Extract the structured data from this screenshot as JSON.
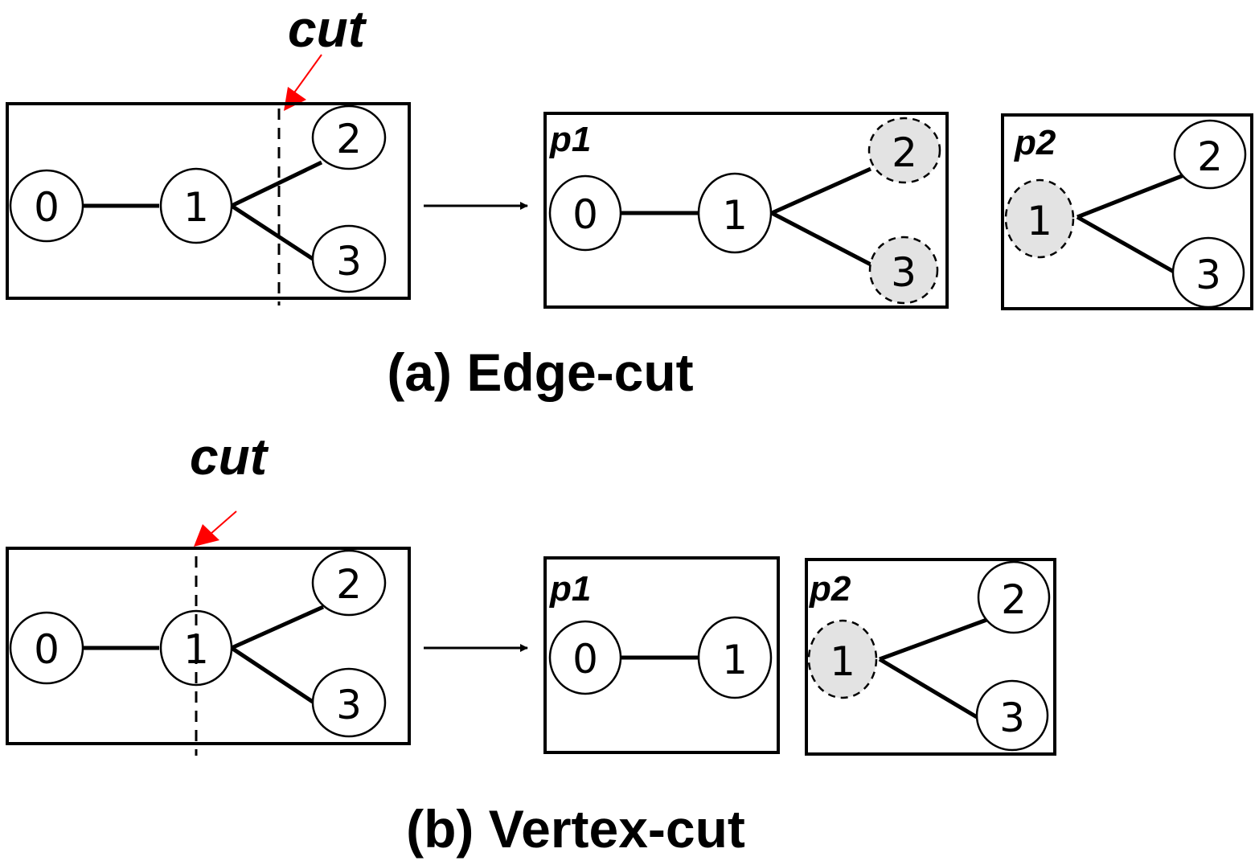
{
  "colors": {
    "cut_arrow": "#ff0000",
    "replica_fill": "#e3e3e3",
    "stroke": "#000000"
  },
  "edge_cut": {
    "caption": "(a) Edge-cut",
    "cut_label": "cut",
    "original_graph": {
      "nodes": [
        "0",
        "1",
        "2",
        "3"
      ],
      "edges": [
        [
          "0",
          "1"
        ],
        [
          "1",
          "2"
        ],
        [
          "1",
          "3"
        ]
      ]
    },
    "partitions": [
      {
        "label": "p1",
        "nodes": [
          {
            "id": "0",
            "replica": false
          },
          {
            "id": "1",
            "replica": false
          },
          {
            "id": "2",
            "replica": true
          },
          {
            "id": "3",
            "replica": true
          }
        ]
      },
      {
        "label": "p2",
        "nodes": [
          {
            "id": "1",
            "replica": true
          },
          {
            "id": "2",
            "replica": false
          },
          {
            "id": "3",
            "replica": false
          }
        ]
      }
    ]
  },
  "vertex_cut": {
    "caption": "(b) Vertex-cut",
    "cut_label": "cut",
    "original_graph": {
      "nodes": [
        "0",
        "1",
        "2",
        "3"
      ],
      "edges": [
        [
          "0",
          "1"
        ],
        [
          "1",
          "2"
        ],
        [
          "1",
          "3"
        ]
      ]
    },
    "partitions": [
      {
        "label": "p1",
        "nodes": [
          {
            "id": "0",
            "replica": false
          },
          {
            "id": "1",
            "replica": false
          }
        ]
      },
      {
        "label": "p2",
        "nodes": [
          {
            "id": "1",
            "replica": true
          },
          {
            "id": "2",
            "replica": false
          },
          {
            "id": "3",
            "replica": false
          }
        ]
      }
    ]
  }
}
